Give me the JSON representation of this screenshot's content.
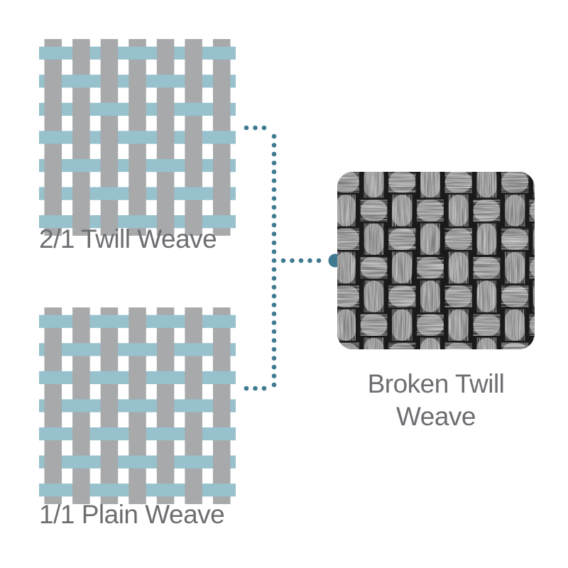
{
  "labels": {
    "twill": "2/1 Twill Weave",
    "plain": "1/1 Plain Weave",
    "broken_line1": "Broken Twill",
    "broken_line2": "Weave"
  },
  "icons": {
    "twill": "twill-weave-pattern-icon",
    "plain": "plain-weave-pattern-icon",
    "broken": "broken-twill-micrograph-image"
  },
  "colors": {
    "warp": "#a7a9ab",
    "weft": "#97c1cc",
    "connector": "#3f7a91",
    "label": "#6d6e71",
    "photo_bg": "#1a1a1a"
  }
}
